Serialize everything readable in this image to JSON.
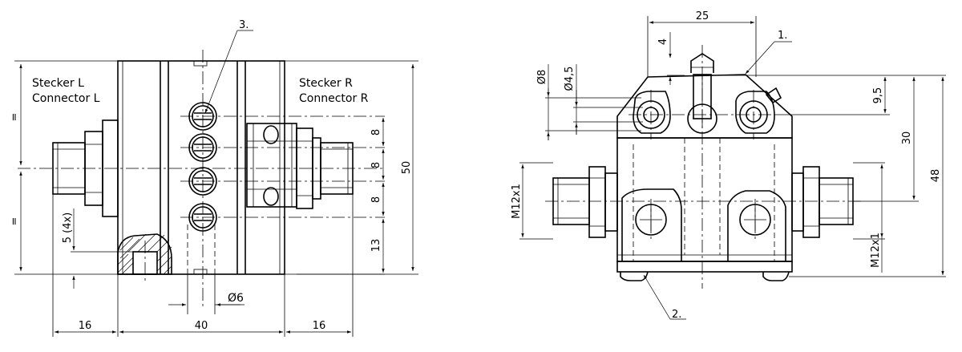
{
  "labels": {
    "connector_left_de": "Stecker L",
    "connector_left_en": "Connector L",
    "connector_right_de": "Stecker R",
    "connector_right_en": "Connector R",
    "callout_1": "1.",
    "callout_2": "2.",
    "callout_3": "3."
  },
  "dimensions": {
    "left_view": {
      "width_left": "16",
      "width_body": "40",
      "width_right": "16",
      "height_total": "50",
      "pitch_1": "8",
      "pitch_2": "8",
      "pitch_3": "8",
      "bottom_offset": "13",
      "hole_depth": "5 (4x)",
      "bore_diameter": "Ø6",
      "equal_top": "=",
      "equal_bottom": "="
    },
    "right_view": {
      "top_width": "25",
      "pin_height": "4",
      "dia_8": "Ø8",
      "dia_4_5": "Ø4,5",
      "offset_9_5": "9,5",
      "height_30": "30",
      "height_48": "48",
      "thread_left": "M12x1",
      "thread_right": "M12x1"
    }
  },
  "colors": {
    "line": "#000000",
    "background": "#ffffff"
  }
}
